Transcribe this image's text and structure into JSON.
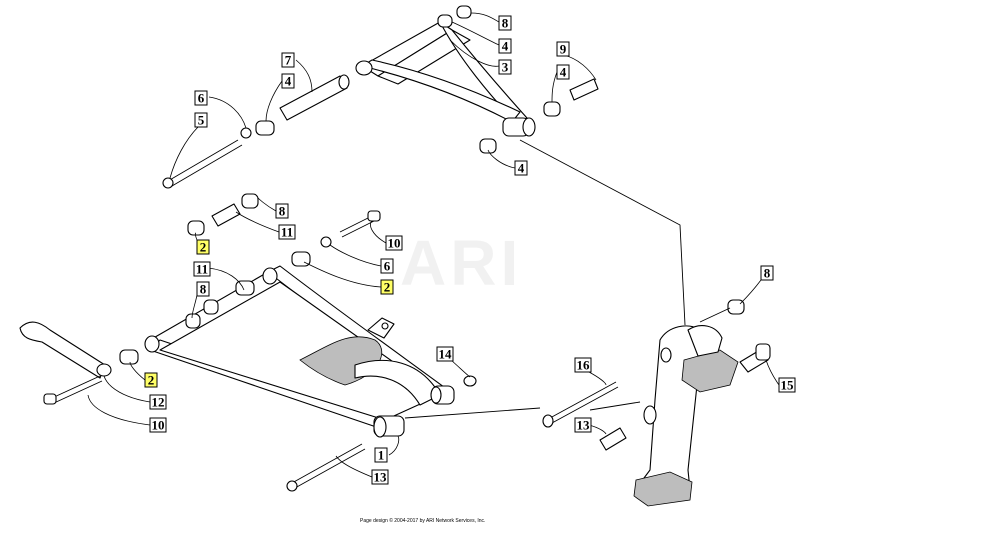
{
  "diagram": {
    "watermark": "ARI",
    "copyright": "Page design © 2004-2017 by ARI Network Services, Inc.",
    "callouts": [
      {
        "id": "c1",
        "label": "8",
        "highlight": false
      },
      {
        "id": "c2",
        "label": "4",
        "highlight": false
      },
      {
        "id": "c3",
        "label": "3",
        "highlight": false
      },
      {
        "id": "c4",
        "label": "9",
        "highlight": false
      },
      {
        "id": "c5",
        "label": "4",
        "highlight": false
      },
      {
        "id": "c6",
        "label": "7",
        "highlight": false
      },
      {
        "id": "c7",
        "label": "4",
        "highlight": false
      },
      {
        "id": "c8",
        "label": "6",
        "highlight": false
      },
      {
        "id": "c9",
        "label": "5",
        "highlight": false
      },
      {
        "id": "c10",
        "label": "4",
        "highlight": false
      },
      {
        "id": "c11",
        "label": "8",
        "highlight": false
      },
      {
        "id": "c12",
        "label": "11",
        "highlight": false
      },
      {
        "id": "c13",
        "label": "10",
        "highlight": false
      },
      {
        "id": "c14",
        "label": "2",
        "highlight": true
      },
      {
        "id": "c15",
        "label": "11",
        "highlight": false
      },
      {
        "id": "c16",
        "label": "6",
        "highlight": false
      },
      {
        "id": "c17",
        "label": "8",
        "highlight": false
      },
      {
        "id": "c18",
        "label": "2",
        "highlight": true
      },
      {
        "id": "c19",
        "label": "8",
        "highlight": false
      },
      {
        "id": "c20",
        "label": "14",
        "highlight": false
      },
      {
        "id": "c21",
        "label": "16",
        "highlight": false
      },
      {
        "id": "c22",
        "label": "15",
        "highlight": false
      },
      {
        "id": "c23",
        "label": "2",
        "highlight": true
      },
      {
        "id": "c24",
        "label": "12",
        "highlight": false
      },
      {
        "id": "c25",
        "label": "10",
        "highlight": false
      },
      {
        "id": "c26",
        "label": "13",
        "highlight": false
      },
      {
        "id": "c27",
        "label": "1",
        "highlight": false
      },
      {
        "id": "c28",
        "label": "13",
        "highlight": false
      }
    ]
  }
}
